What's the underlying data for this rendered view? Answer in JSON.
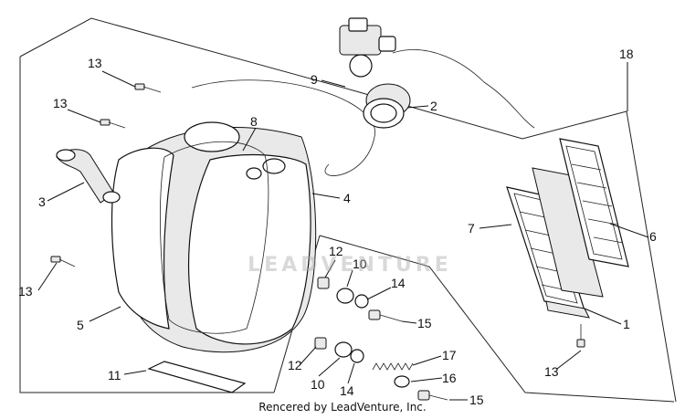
{
  "diagram": {
    "callouts": [
      {
        "id": "c1",
        "label": "1"
      },
      {
        "id": "c2",
        "label": "2"
      },
      {
        "id": "c3",
        "label": "3"
      },
      {
        "id": "c4",
        "label": "4"
      },
      {
        "id": "c5",
        "label": "5"
      },
      {
        "id": "c6",
        "label": "6"
      },
      {
        "id": "c7",
        "label": "7"
      },
      {
        "id": "c8",
        "label": "8"
      },
      {
        "id": "c9",
        "label": "9"
      },
      {
        "id": "c10a",
        "label": "10"
      },
      {
        "id": "c10b",
        "label": "10"
      },
      {
        "id": "c11",
        "label": "11"
      },
      {
        "id": "c12a",
        "label": "12"
      },
      {
        "id": "c12b",
        "label": "12"
      },
      {
        "id": "c13a",
        "label": "13"
      },
      {
        "id": "c13b",
        "label": "13"
      },
      {
        "id": "c13c",
        "label": "13"
      },
      {
        "id": "c13d",
        "label": "13"
      },
      {
        "id": "c14a",
        "label": "14"
      },
      {
        "id": "c14b",
        "label": "14"
      },
      {
        "id": "c15a",
        "label": "15"
      },
      {
        "id": "c15b",
        "label": "15"
      },
      {
        "id": "c16",
        "label": "16"
      },
      {
        "id": "c17",
        "label": "17"
      },
      {
        "id": "c18",
        "label": "18"
      }
    ]
  },
  "credit": "Rencered by LeadVenture, Inc.",
  "watermark": "LEADVENTURE",
  "colors": {
    "line": "#111111",
    "background": "#ffffff"
  }
}
